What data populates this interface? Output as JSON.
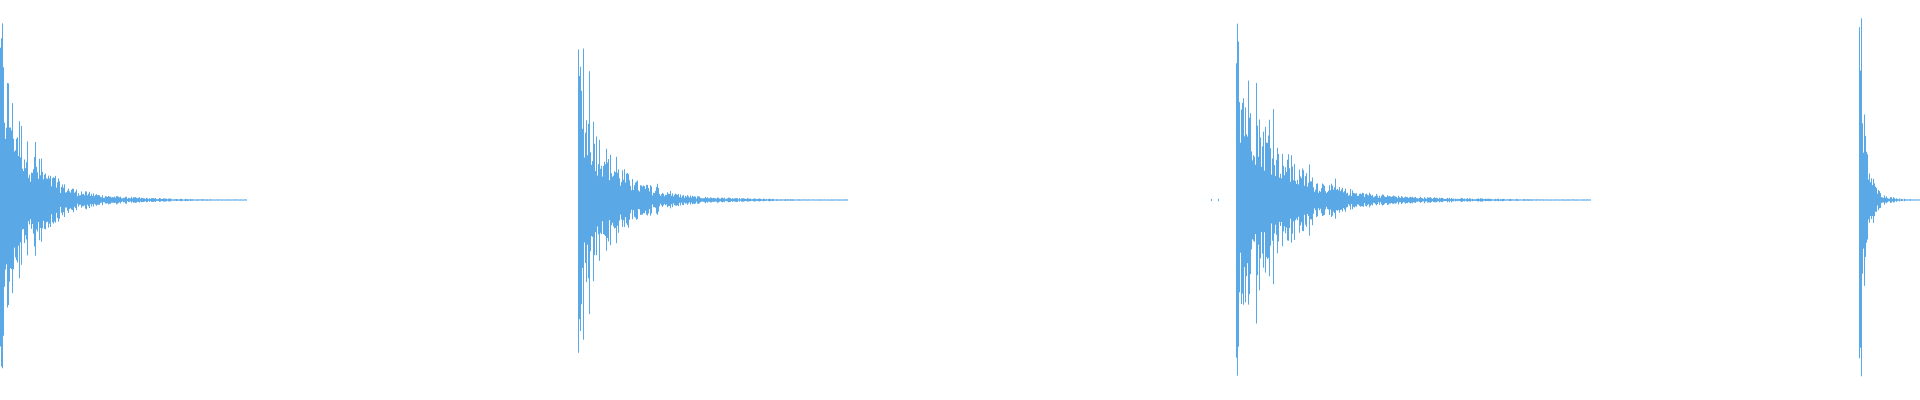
{
  "waveform": {
    "background_color": "#ffffff",
    "wave_color": "#5aa9e6",
    "samples_per_column": 1,
    "transients": [
      {
        "start": 0.0,
        "peak": 0.98,
        "decay_end": 0.128
      },
      {
        "start": 0.301,
        "peak": 0.82,
        "decay_end": 0.441
      },
      {
        "start": 0.644,
        "peak": 0.97,
        "decay_end": 0.828
      },
      {
        "start": 0.968,
        "peak": 0.93,
        "decay_end": 1.0
      }
    ]
  }
}
